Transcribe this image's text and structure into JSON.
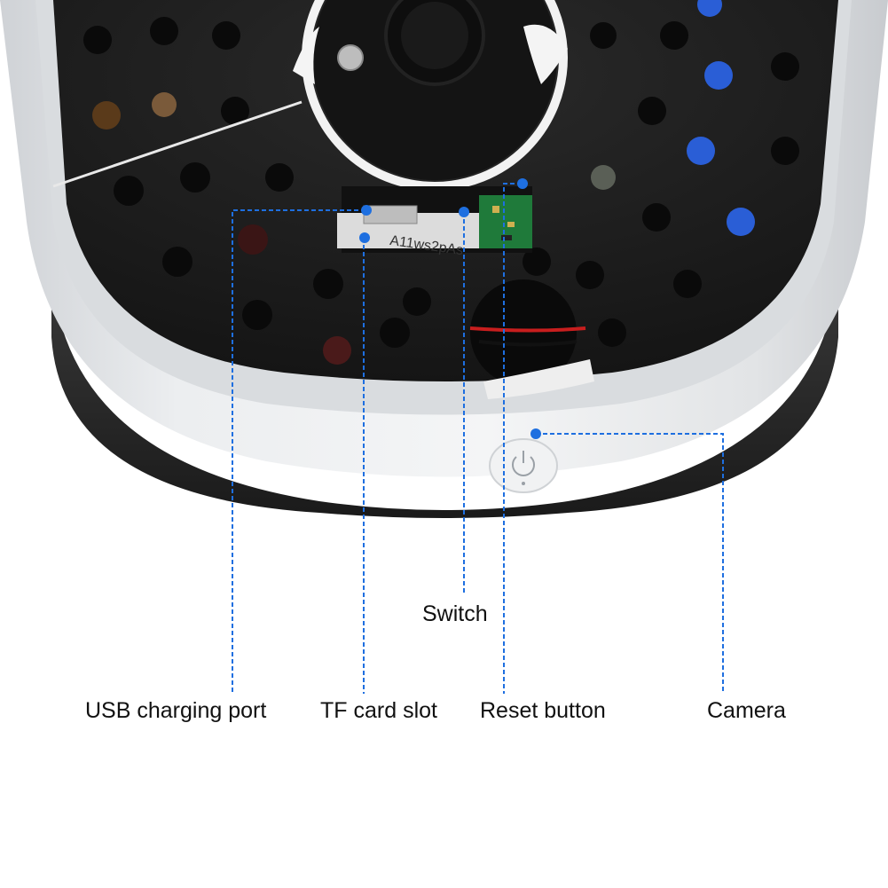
{
  "diagram": {
    "labels": {
      "switch": "Switch",
      "usb_charging_port": "USB charging port",
      "tf_card_slot": "TF card slot",
      "reset_button": "Reset button",
      "camera": "Camera"
    },
    "board_marking": "A11ws2pAs",
    "colors": {
      "callout": "#1e6fe0",
      "housing": "#e8e9eb",
      "plate": "#1d1d1d",
      "base": "#2a2a2a",
      "accent_blue": "#2a5ed6",
      "pcb_green": "#1f7a3a",
      "text": "#111111"
    }
  }
}
